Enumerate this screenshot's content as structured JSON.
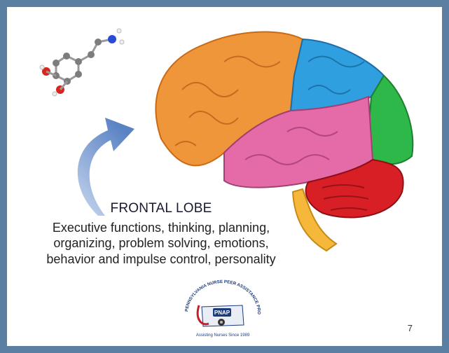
{
  "caption": {
    "title": "FRONTAL LOBE",
    "lines": [
      "Executive functions, thinking, planning,",
      "organizing, problem solving, emotions,",
      "behavior and impulse control, personality"
    ]
  },
  "logo": {
    "arc_text": "PENNSYLVANIA NURSE PEER ASSISTANCE PROGRAM",
    "badge": "PNAP",
    "tagline": "Assisting Nurses Since 1989"
  },
  "page_number": "7",
  "colors": {
    "frame": "#5b7fa3",
    "frontal": "#f0963a",
    "parietal": "#2f9fe0",
    "occipital": "#2eb84a",
    "temporal": "#e46aa8",
    "cerebellum": "#d91f26",
    "brainstem": "#f5b83a",
    "arrow": "#6f93c8"
  }
}
